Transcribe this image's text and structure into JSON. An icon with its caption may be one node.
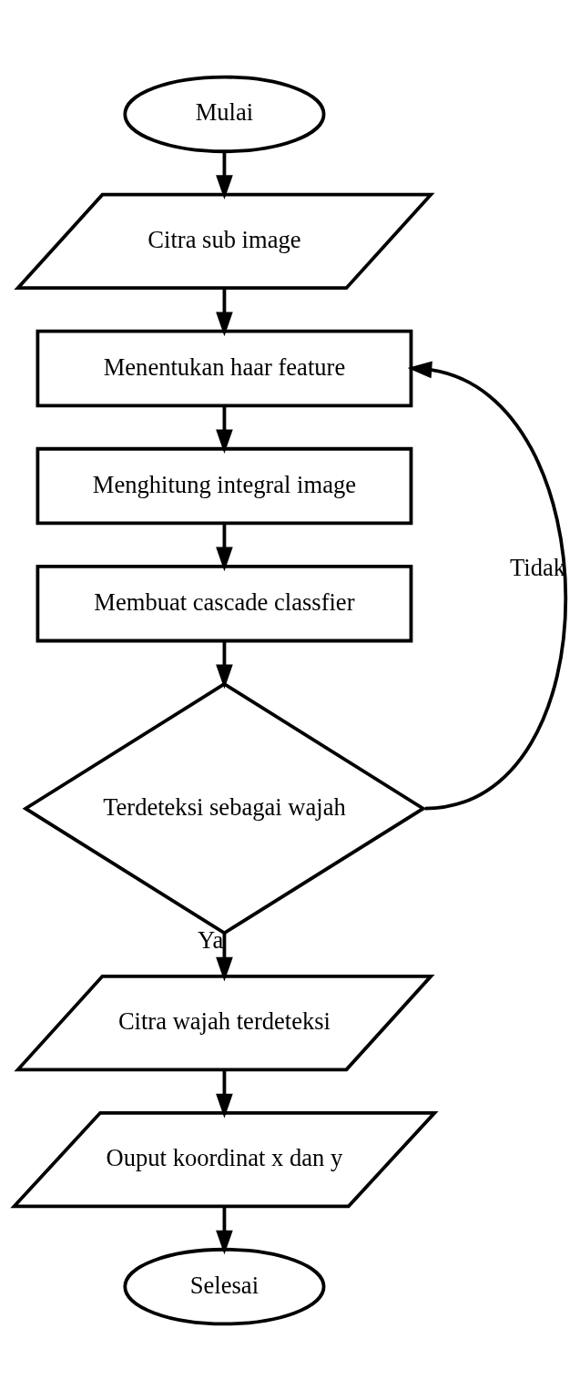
{
  "diagram": {
    "nodes": [
      {
        "text": [
          "Mulai"
        ]
      },
      {
        "text": [
          "Citra sub image"
        ]
      },
      {
        "text": [
          "Menentukan haar feature"
        ]
      },
      {
        "text": [
          "Menghitung integral image"
        ]
      },
      {
        "text": [
          "Membuat cascade classfier"
        ]
      },
      {
        "text": [
          "Terdeteksi sebagai wajah"
        ]
      },
      {
        "text": [
          "Citra wajah terdeteksi"
        ]
      },
      {
        "text": [
          "Ouput koordinat x dan y"
        ]
      },
      {
        "text": [
          "Selesai"
        ]
      }
    ],
    "edges": [
      {
        "from": 0,
        "to": 1,
        "arrow": "to"
      },
      {
        "from": 1,
        "to": 2,
        "arrow": "to"
      },
      {
        "from": 2,
        "to": 3,
        "arrow": "to"
      },
      {
        "from": 3,
        "to": 4,
        "arrow": "to"
      },
      {
        "from": 4,
        "to": 5,
        "arrow": "to"
      },
      {
        "from": 5,
        "to": 2,
        "arrow": "to",
        "label": "Tidak"
      },
      {
        "from": 5,
        "to": 6,
        "arrow": "to",
        "label": "Ya"
      },
      {
        "from": 6,
        "to": 7,
        "arrow": "to"
      },
      {
        "from": 7,
        "to": 8,
        "arrow": "to"
      }
    ]
  }
}
